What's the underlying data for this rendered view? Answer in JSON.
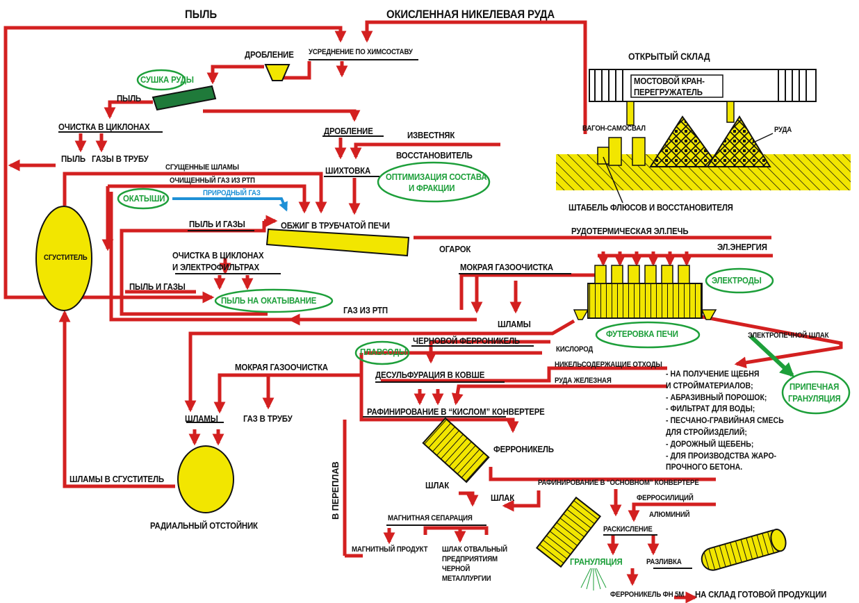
{
  "labels": {
    "dust_top": "ПЫЛЬ",
    "oxidized_ore": "ОКИСЛЕННАЯ НИКЕЛЕВАЯ РУДА",
    "crushing_1": "ДРОБЛЕНИЕ",
    "averaging": "УСРЕДНЕНИЕ ПО ХИМСОСТАВУ",
    "ore_drying": "СУШКА РУДЫ",
    "dust_2": "ПЫЛЬ",
    "cyclone_cleaning": "ОЧИСТКА В ЦИКЛОНАХ",
    "dust_3": "ПЫЛЬ",
    "gases_to_pipe": "ГАЗЫ В ТРУБУ",
    "thickened_sludge": "СГУЩЕННЫЕ ШЛАМЫ",
    "purified_gas": "ОЧИЩЕННЫЙ ГАЗ ИЗ РТП",
    "natural_gas": "ПРИРОДНЫЙ ГАЗ",
    "pellets": "ОКАТЫШИ",
    "crushing_2": "ДРОБЛЕНИЕ",
    "limestone": "ИЗВЕСТНЯК",
    "reductant": "ВОССТАНОВИТЕЛЬ",
    "charging": "ШИХТОВКА",
    "optimization_1": "ОПТИМИЗАЦИЯ СОСТАВА",
    "optimization_2": "И ФРАКЦИИ",
    "roasting": "ОБЖИГ В ТРУБЧАТОЙ ПЕЧИ",
    "dust_gases_1": "ПЫЛЬ И ГАЗЫ",
    "cleaning_cyclones_ef_1": "ОЧИСТКА В ЦИКЛОНАХ",
    "cleaning_cyclones_ef_2": "И ЭЛЕКТРОФИЛЬТРАХ",
    "dust_gases_2": "ПЫЛЬ И ГАЗЫ",
    "dust_to_pelletizing": "ПЫЛЬ НА ОКАТЫВАНИЕ",
    "thickener": "СГУСТИТЕЛЬ",
    "gas_from_rtp": "ГАЗ ИЗ РТП",
    "cinder": "ОГАРОК",
    "ore_thermal_furnace": "РУДОТЕРМИЧЕСКАЯ ЭЛ.ПЕЧЬ",
    "electric_energy": "ЭЛ.ЭНЕРГИЯ",
    "wet_gas_cleaning_1": "МОКРАЯ ГАЗООЧИСТКА",
    "electrodes": "ЭЛЕКТРОДЫ",
    "sludge_1": "ШЛАМЫ",
    "lining": "ФУТЕРОВКА ПЕЧИ",
    "crude_ferronickel": "ЧЕРНОВОЙ ФЕРРОНИКЕЛЬ",
    "electric_furnace_slag": "ЭЛЕКТРОПЕЧНОЙ ШЛАК",
    "oxygen": "КИСЛОРОД",
    "ni_waste": "НИКЕЛЬСОДЕРЖАЩИЕ ОТХОДЫ",
    "iron_ore": "РУДА ЖЕЛЕЗНАЯ",
    "flux_melts": "ПЛАВСОДЫ",
    "desulfurization": "ДЕСУЛЬФУРАЦИЯ В КОВШЕ",
    "wet_gas_cleaning_2": "МОКРАЯ ГАЗООЧИСТКА",
    "sludge_2": "ШЛАМЫ",
    "gas_to_pipe": "ГАЗ В ТРУБУ",
    "acid_converter": "РАФИНИРОВАНИЕ В “КИСЛОМ” КОНВЕРТЕРЕ",
    "ferronickel": "ФЕРРОНИКЕЛЬ",
    "remelting": "В ПЕРЕПЛАВ",
    "sludge_to_thickener": "ШЛАМЫ В СГУСТИТЕЛЬ",
    "radial_settler": "РАДИАЛЬНЫЙ ОТСТОЙНИК",
    "slag_1": "ШЛАК",
    "slag_2": "ШЛАК",
    "basic_converter": "РАФИНИРОВАНИЕ В “ОСНОВНОМ” КОНВЕРТЕРЕ",
    "ferrosilicon": "ФЕРРОСИЛИЦИЙ",
    "aluminum": "АЛЮМИНИЙ",
    "magnetic_separation": "МАГНИТНАЯ СЕПАРАЦИЯ",
    "deoxidation": "РАСКИСЛЕНИЕ",
    "magnetic_product": "МАГНИТНЫЙ ПРОДУКТ",
    "dump_slag_1": "ШЛАК ОТВАЛЬНЫЙ",
    "dump_slag_2": "ПРЕДПРИЯТИЯМ",
    "dump_slag_3": "ЧЕРНОЙ",
    "dump_slag_4": "МЕТАЛЛУРГИИ",
    "granulation": "ГРАНУЛЯЦИЯ",
    "casting": "РАЗЛИВКА",
    "ferronickel_fn5m": "ФЕРРОНИКЕЛЬ ФН 5М",
    "to_warehouse": "НА СКЛАД ГОТОВОЙ ПРОДУКЦИИ",
    "open_storage": "ОТКРЫТЫЙ СКЛАД",
    "bridge_crane_1": "МОСТОВОЙ КРАН-",
    "bridge_crane_2": "ПЕРЕГРУЖАТЕЛЬ",
    "dump_car": "ВАГОН-САМОСВАЛ",
    "ore": "РУДА",
    "flux_stack": "ШТАБЕЛЬ ФЛЮСОВ И ВОССТАНОВИТЕЛЯ",
    "furnace_granulation_1": "ПРИПЕЧНАЯ",
    "furnace_granulation_2": "ГРАНУЛЯЦИЯ"
  },
  "slag_uses": [
    "- НА ПОЛУЧЕНИЕ ЩЕБНЯ",
    "  И СТРОЙМАТЕРИАЛОВ;",
    "- АБРАЗИВНЫЙ ПОРОШОК;",
    "- ФИЛЬТРАТ ДЛЯ ВОДЫ;",
    "- ПЕСЧАНО-ГРАВИЙНАЯ СМЕСЬ",
    "  ДЛЯ СТРОЙИЗДЕЛИЙ;",
    "- ДОРОЖНЫЙ ЩЕБЕНЬ;",
    "- ДЛЯ ПРОИЗВОДСТВА ЖАРО-",
    "  ПРОЧНОГО БЕТОНА."
  ],
  "colors": {
    "flow": "#d32020",
    "equipment": "#f2e600",
    "highlight": "#1d9f3a",
    "gas": "#1e90d6",
    "dryer": "#1f7a3a"
  }
}
